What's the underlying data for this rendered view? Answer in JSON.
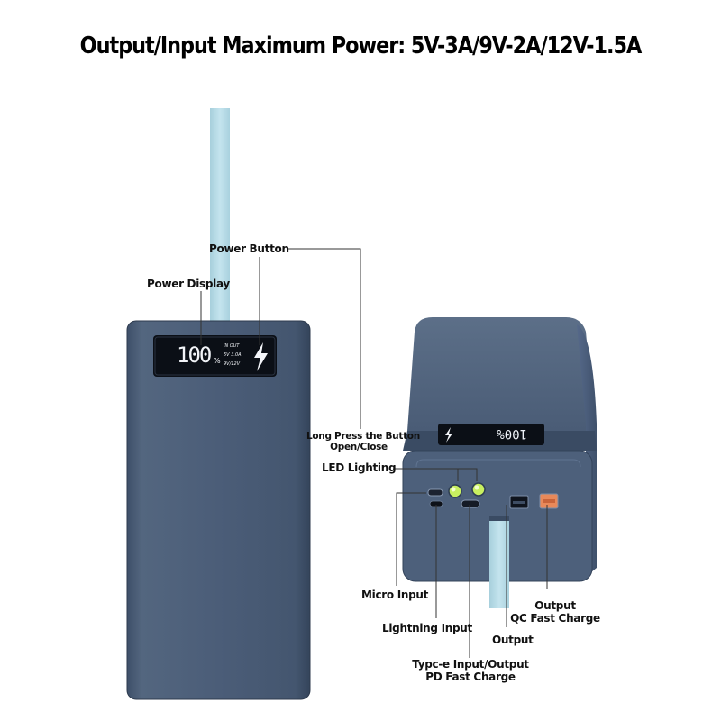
{
  "title": "Output/Input Maximum Power: 5V-3A/9V-2A/12V-1.5A",
  "left_device": {
    "display": {
      "percent": "100",
      "percent_sign": "%",
      "line1": "IN OUT",
      "line2": "5V 3.0A",
      "line3": "9V/12V"
    }
  },
  "labels": {
    "power_button": "Power Button",
    "power_display": "Power Display",
    "long_press_1": "Long Press the Button",
    "long_press_2": "Open/Close",
    "led_lighting": "LED Lighting",
    "micro_input": "Micro Input",
    "lightning_input": "Lightning Input",
    "typec_1": "Typc-e Input/Output",
    "typec_2": "PD Fast Charge",
    "output_usb": "Output",
    "output_qc_1": "Output",
    "output_qc_2": "QC Fast Charge"
  },
  "colors": {
    "body": "#4b5d78",
    "strap": "#b9dde8",
    "led": "#c8f060",
    "qc_port": "#e8895a"
  }
}
